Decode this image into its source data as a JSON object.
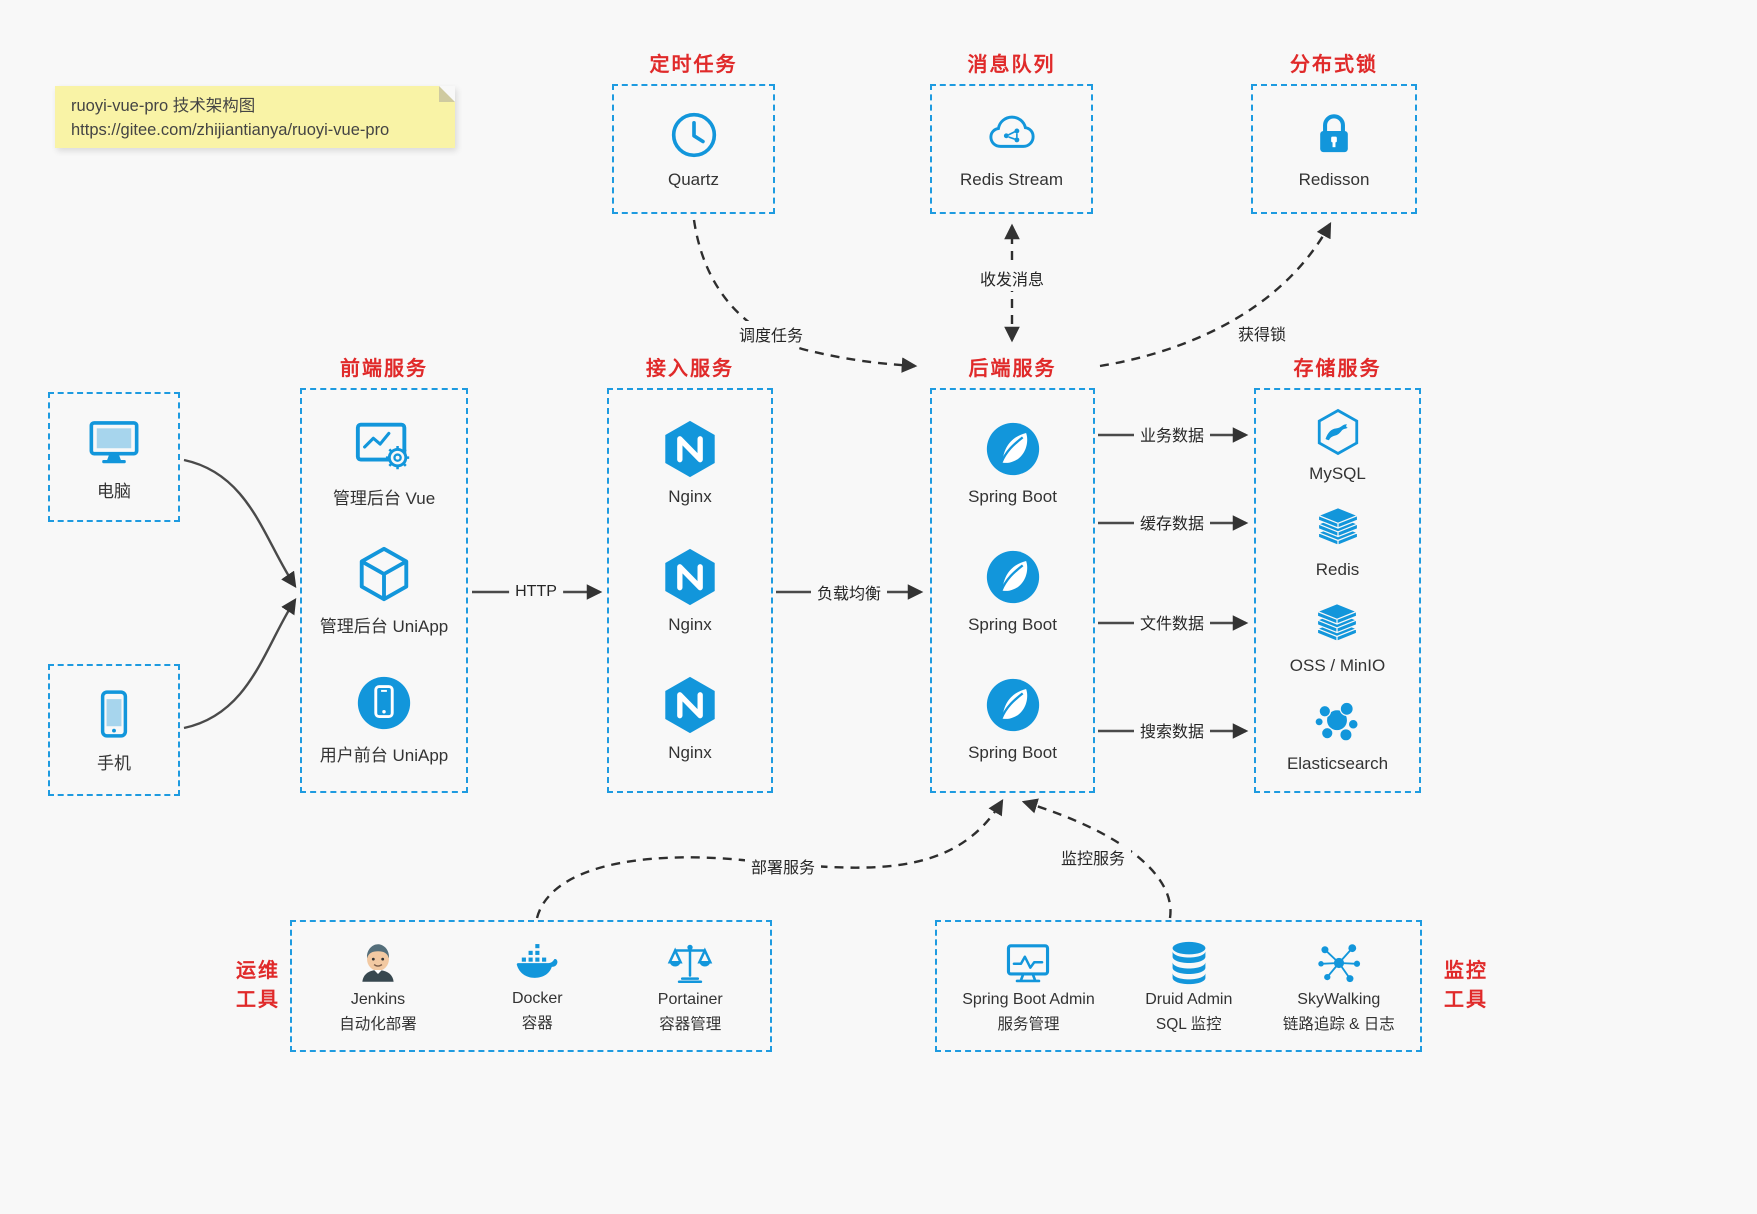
{
  "colors": {
    "accent": "#1296db",
    "border": "#1e9be0",
    "red": "#e02a2a",
    "bg": "#f8f8f8",
    "note-bg": "#f9f3a6",
    "line": "#4a4a4a"
  },
  "note": {
    "line1": "ruoyi-vue-pro 技术架构图",
    "line2": "https://gitee.com/zhijiantianya/ruoyi-vue-pro"
  },
  "top_services": [
    {
      "title": "定时任务",
      "label": "Quartz",
      "icon": "clock-icon"
    },
    {
      "title": "消息队列",
      "label": "Redis Stream",
      "icon": "cloud-network-icon"
    },
    {
      "title": "分布式锁",
      "label": "Redisson",
      "icon": "lock-icon"
    }
  ],
  "clients": [
    {
      "label": "电脑",
      "icon": "computer-monitor-icon"
    },
    {
      "label": "手机",
      "icon": "smartphone-icon"
    }
  ],
  "frontend": {
    "title": "前端服务",
    "items": [
      {
        "label": "管理后台 Vue",
        "icon": "admin-screen-gear-icon"
      },
      {
        "label": "管理后台 UniApp",
        "icon": "uniapp-cube-icon"
      },
      {
        "label": "用户前台 UniApp",
        "icon": "mobile-circle-icon"
      }
    ]
  },
  "gateway": {
    "title": "接入服务",
    "items": [
      {
        "label": "Nginx",
        "icon": "nginx-icon"
      },
      {
        "label": "Nginx",
        "icon": "nginx-icon"
      },
      {
        "label": "Nginx",
        "icon": "nginx-icon"
      }
    ]
  },
  "backend": {
    "title": "后端服务",
    "items": [
      {
        "label": "Spring Boot",
        "icon": "spring-boot-icon"
      },
      {
        "label": "Spring Boot",
        "icon": "spring-boot-icon"
      },
      {
        "label": "Spring Boot",
        "icon": "spring-boot-icon"
      }
    ]
  },
  "storage": {
    "title": "存储服务",
    "items": [
      {
        "label": "MySQL",
        "icon": "mysql-icon"
      },
      {
        "label": "Redis",
        "icon": "redis-stack-icon"
      },
      {
        "label": "OSS / MinIO",
        "icon": "oss-minio-stack-icon"
      },
      {
        "label": "Elasticsearch",
        "icon": "elasticsearch-icon"
      }
    ]
  },
  "ops": {
    "label_line1": "运维",
    "label_line2": "工具",
    "items": [
      {
        "label": "Jenkins",
        "sub": "自动化部署",
        "icon": "jenkins-icon"
      },
      {
        "label": "Docker",
        "sub": "容器",
        "icon": "docker-whale-icon"
      },
      {
        "label": "Portainer",
        "sub": "容器管理",
        "icon": "scales-icon"
      }
    ]
  },
  "monitoring": {
    "label_line1": "监控",
    "label_line2": "工具",
    "items": [
      {
        "label": "Spring Boot Admin",
        "sub": "服务管理",
        "icon": "admin-monitor-icon"
      },
      {
        "label": "Druid Admin",
        "sub": "SQL 监控",
        "icon": "database-icon"
      },
      {
        "label": "SkyWalking",
        "sub": "链路追踪 & 日志",
        "icon": "network-graph-icon"
      }
    ]
  },
  "edges": {
    "http": "HTTP",
    "load_balance": "负载均衡",
    "business": "业务数据",
    "cache": "缓存数据",
    "file": "文件数据",
    "search": "搜索数据",
    "schedule": "调度任务",
    "message": "收发消息",
    "lock": "获得锁",
    "deploy": "部署服务",
    "monitor": "监控服务"
  }
}
